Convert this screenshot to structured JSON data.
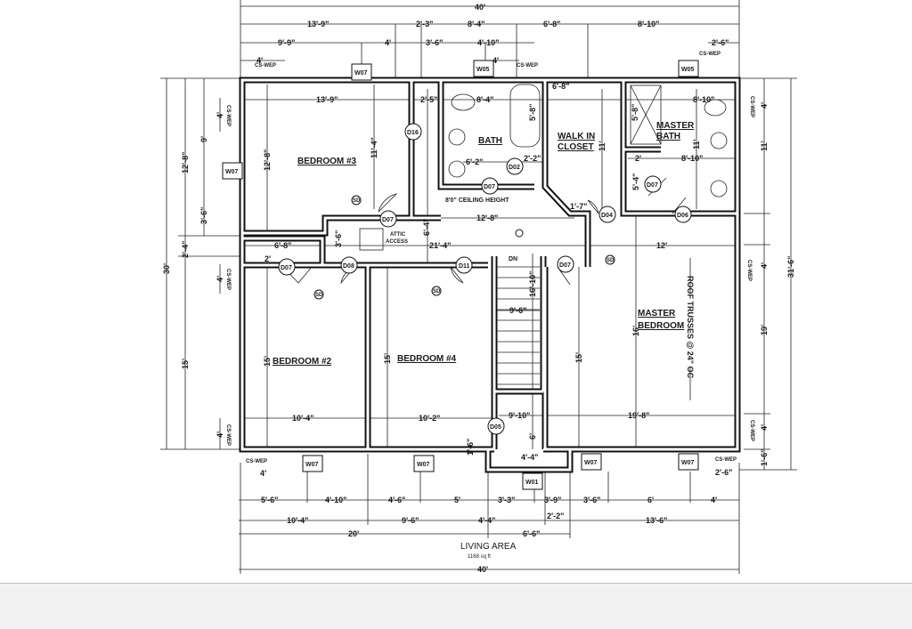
{
  "summary": {
    "living_area": "LIVING AREA",
    "area": "1168 sq ft",
    "overall_width": "40'"
  },
  "rooms": {
    "bedroom3": "BEDROOM #3",
    "bedroom2": "BEDROOM #2",
    "bedroom4": "BEDROOM #4",
    "bath": "BATH",
    "closet_1": "WALK IN",
    "closet_2": "CLOSET",
    "master_bath_1": "MASTER",
    "master_bath_2": "BATH",
    "master_bed_1": "MASTER",
    "master_bed_2": "BEDROOM"
  },
  "notes": {
    "ceiling": "8'0\" CEILING HEIGHT",
    "attic_1": "ATTIC",
    "attic_2": "ACCESS",
    "trusses": "ROOF TRUSSES @ 24\" OC",
    "stair_down": "DN",
    "egress": "CS-WEP",
    "smoke": "SD"
  },
  "windows": [
    "W07",
    "W05",
    "W05",
    "W07",
    "W07",
    "W07",
    "W01",
    "W07",
    "W07"
  ],
  "doors": [
    "D16",
    "D07",
    "D02",
    "D07",
    "D07",
    "D04",
    "D06",
    "D07",
    "D08",
    "D11",
    "D07",
    "D05"
  ],
  "dims_top": [
    "40'",
    "13'-9\"",
    "2'-3\"",
    "8'-4\"",
    "6'-8\"",
    "8'-10\"",
    "9'-9\"",
    "4'",
    "3'-6\"",
    "4'-10\"",
    "2'-6\"",
    "4'",
    "4'"
  ],
  "dims_bottom": [
    "5'-6\"",
    "4'-10\"",
    "4'-6\"",
    "5'",
    "3'-3\"",
    "3'-9\"",
    "3'-6\"",
    "6'",
    "4'",
    "10'-4\"",
    "9'-6\"",
    "4'-4\"",
    "2'-2\"",
    "13'-6\"",
    "20'",
    "6'-6\"",
    "40'",
    "4'",
    "2'-6\"",
    "1'-6\"",
    "4'-4\""
  ],
  "dims_left": [
    "30'",
    "12'-8\"",
    "2'-4\"",
    "15'",
    "4'",
    "9'",
    "3'-6\"",
    "4'",
    "4'"
  ],
  "dims_right": [
    "31'-6\"",
    "4'",
    "11'",
    "4'",
    "19'",
    "4'",
    "1'-6\""
  ],
  "dims_interior": [
    "13'-9\"",
    "12'-8\"",
    "11'-4\"",
    "2'-5\"",
    "8'-4\"",
    "5'-8\"",
    "6'-2\"",
    "2'-2\"",
    "6'-8\"",
    "11'",
    "5'-8\"",
    "8'-10\"",
    "11'",
    "2'",
    "8'-10\"",
    "5'-4\"",
    "1'-7\"",
    "12'-8\"",
    "21'-4\"",
    "12'",
    "6'-4\"",
    "3'-6\"",
    "6'-8\"",
    "2'",
    "16'-10\"",
    "9'-6\"",
    "15'",
    "15'",
    "15'",
    "16'",
    "10'-4\"",
    "10'-2\"",
    "9'-10\"",
    "19'-8\"",
    "6'"
  ]
}
